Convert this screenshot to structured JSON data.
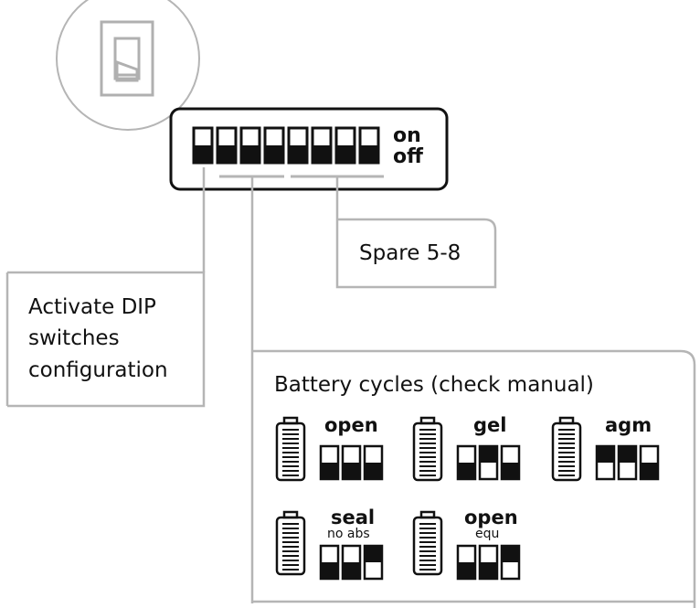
{
  "dip": {
    "on_label": "on",
    "off_label": "off",
    "switch_count": 8
  },
  "labels": {
    "spare": "Spare 5-8",
    "activate": [
      "Activate DIP",
      "switches",
      "configuration"
    ]
  },
  "battery_panel": {
    "title": "Battery cycles (check manual)",
    "types": [
      {
        "name": "open",
        "sub": "",
        "switches": [
          "off",
          "off",
          "off"
        ]
      },
      {
        "name": "gel",
        "sub": "",
        "switches": [
          "off",
          "on",
          "off"
        ]
      },
      {
        "name": "agm",
        "sub": "",
        "switches": [
          "on",
          "on",
          "off"
        ]
      },
      {
        "name": "seal",
        "sub": "no abs",
        "switches": [
          "off",
          "off",
          "on"
        ]
      },
      {
        "name": "open",
        "sub": "equ",
        "switches": [
          "off",
          "off",
          "on"
        ]
      }
    ]
  }
}
